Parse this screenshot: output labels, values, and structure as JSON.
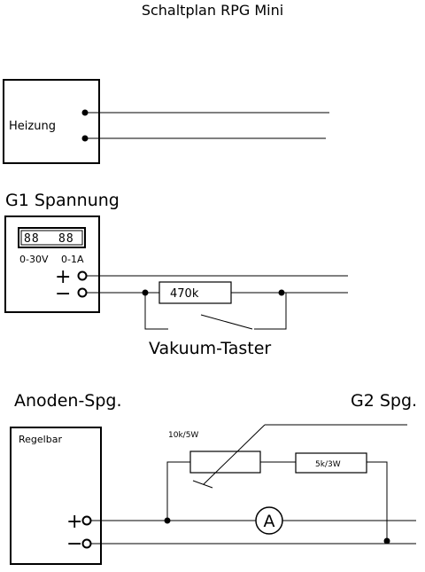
{
  "title": "Schaltplan RPG Mini",
  "heizung": {
    "label": "Heizung"
  },
  "g1": {
    "heading": "G1 Spannung",
    "display_left": "88",
    "display_right": "88",
    "range_voltage": "0-30V",
    "range_current": "0-1A",
    "plus": "+",
    "minus": "−",
    "resistor_label": "470k",
    "switch_label": "Vakuum-Taster"
  },
  "anode": {
    "heading": "Anoden-Spg.",
    "box_label": "Regelbar",
    "plus": "+",
    "minus": "−",
    "pot_label": "10k/5W",
    "resistor_label": "5k/3W",
    "ammeter_label": "A"
  },
  "g2": {
    "heading": "G2 Spg."
  }
}
